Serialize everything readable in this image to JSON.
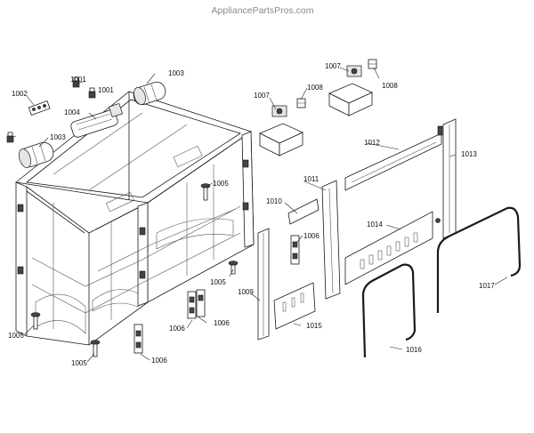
{
  "watermark": "AppliancePartsPros.com",
  "callouts": {
    "c1001a": "1001",
    "c1001b": "1001",
    "c1002": "1002",
    "c1003a": "1003",
    "c1003b": "1003",
    "c1004": "1004",
    "c1005a": "1005",
    "c1005b": "1005",
    "c1005c": "1005",
    "c1005d": "1005",
    "c1006a": "1006",
    "c1006b": "1006",
    "c1006c": "1006",
    "c1007a": "1007",
    "c1007b": "1007",
    "c1008a": "1008",
    "c1008b": "1008",
    "c1009": "1009",
    "c1010": "1010",
    "c1011": "1011",
    "c1012": "1012",
    "c1013": "1013",
    "c1014": "1014",
    "c1015": "1015",
    "c1016": "1016",
    "c1017": "1017"
  }
}
